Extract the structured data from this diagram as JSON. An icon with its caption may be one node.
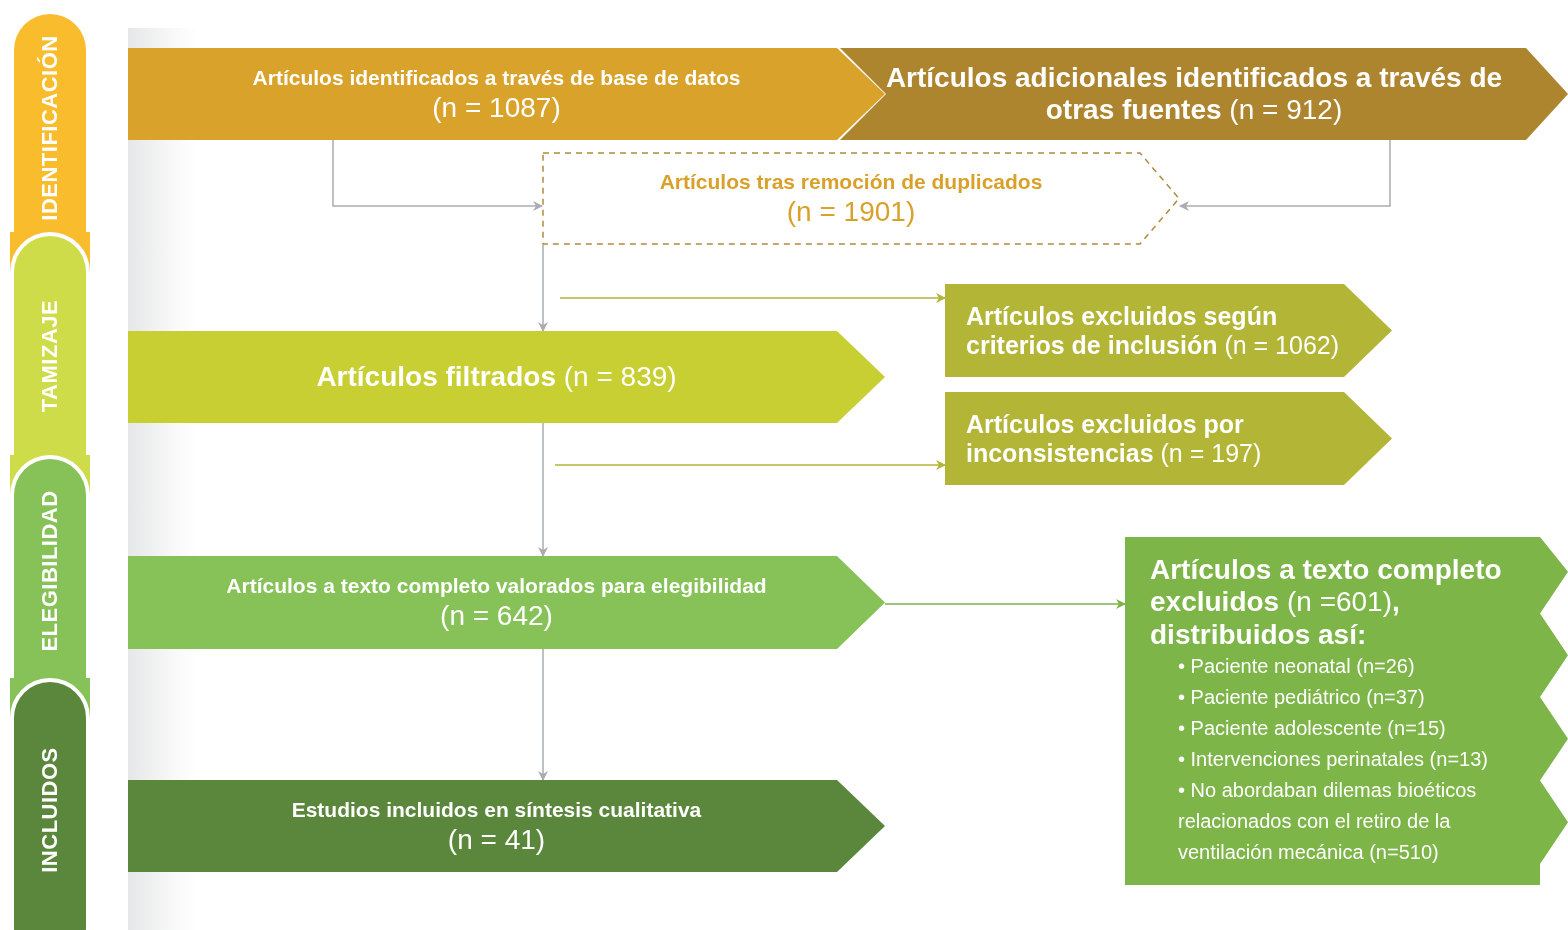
{
  "diagram": {
    "nodes": [
      {
        "text": [
          "IDENTIFICACIÓN"
        ]
      },
      {
        "text": [
          "TAMIZAJE"
        ]
      },
      {
        "text": [
          "ELEGIBILIDAD"
        ]
      },
      {
        "text": [
          "INCLUIDOS"
        ]
      },
      {
        "text": [
          "Artículos identificados a través de base de datos",
          "(n = 1087)"
        ]
      },
      {
        "text": [
          "**Artículos adicionales identificados a través de otras fuentes** (n = 912)"
        ]
      },
      {
        "text": [
          "Artículos tras remoción de duplicados",
          "(n = 1901)"
        ]
      },
      {
        "text": [
          "**Artículos excluidos según criterios de inclusión** (n = 1062)"
        ]
      },
      {
        "text": [
          "**Artículos filtrados** (n = 839)"
        ]
      },
      {
        "text": [
          "**Artículos excluidos por inconsistencias** (n = 197)"
        ]
      },
      {
        "text": [
          "Artículos a texto completo valorados para elegibilidad",
          "(n = 642)"
        ]
      },
      {
        "text": [
          "**Artículos a texto completo excluidos** (n =601)**, distribuidos así:**",
          "• Paciente neonatal (n=26)",
          "• Paciente pediátrico (n=37)",
          "• Paciente adolescente (n=15)",
          "• Intervenciones perinatales (n=13)",
          "• No abordaban dilemas bioéticos relacionados con el retiro de la ventilación mecánica (n=510)"
        ]
      },
      {
        "text": [
          "Estudios incluidos en síntesis cualitativa",
          "(n = 41)"
        ]
      }
    ],
    "edges": [
      {
        "from": 4,
        "to": 6,
        "arrow": "to"
      },
      {
        "from": 5,
        "to": 6,
        "arrow": "to"
      },
      {
        "from": 6,
        "to": 8,
        "arrow": "to"
      },
      {
        "from": null,
        "to": 7,
        "arrow": "to",
        "color": "#b3b536"
      },
      {
        "from": 8,
        "to": 10,
        "arrow": "to"
      },
      {
        "from": null,
        "to": 9,
        "arrow": "to",
        "color": "#b3b536"
      },
      {
        "from": 10,
        "to": 11,
        "arrow": "to",
        "color": "#7db548"
      },
      {
        "from": 10,
        "to": 12,
        "arrow": "to"
      }
    ]
  }
}
